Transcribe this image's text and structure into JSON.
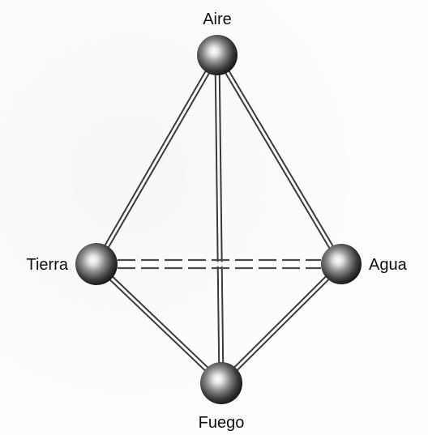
{
  "nodes": [
    {
      "id": "aire",
      "label": "Aire"
    },
    {
      "id": "tierra",
      "label": "Tierra"
    },
    {
      "id": "agua",
      "label": "Agua"
    },
    {
      "id": "fuego",
      "label": "Fuego"
    }
  ],
  "edges": [
    {
      "from": "aire",
      "to": "tierra",
      "style": "solid"
    },
    {
      "from": "aire",
      "to": "agua",
      "style": "solid"
    },
    {
      "from": "aire",
      "to": "fuego",
      "style": "solid"
    },
    {
      "from": "tierra",
      "to": "fuego",
      "style": "solid"
    },
    {
      "from": "agua",
      "to": "fuego",
      "style": "solid"
    },
    {
      "from": "tierra",
      "to": "agua",
      "style": "dashed"
    }
  ],
  "colors": {
    "rod_edge": "#3a3a3a",
    "rod_fill": "#ffffff",
    "label": "#111111",
    "sphere_dark": "#1a1a1a",
    "sphere_light": "#ffffff"
  }
}
